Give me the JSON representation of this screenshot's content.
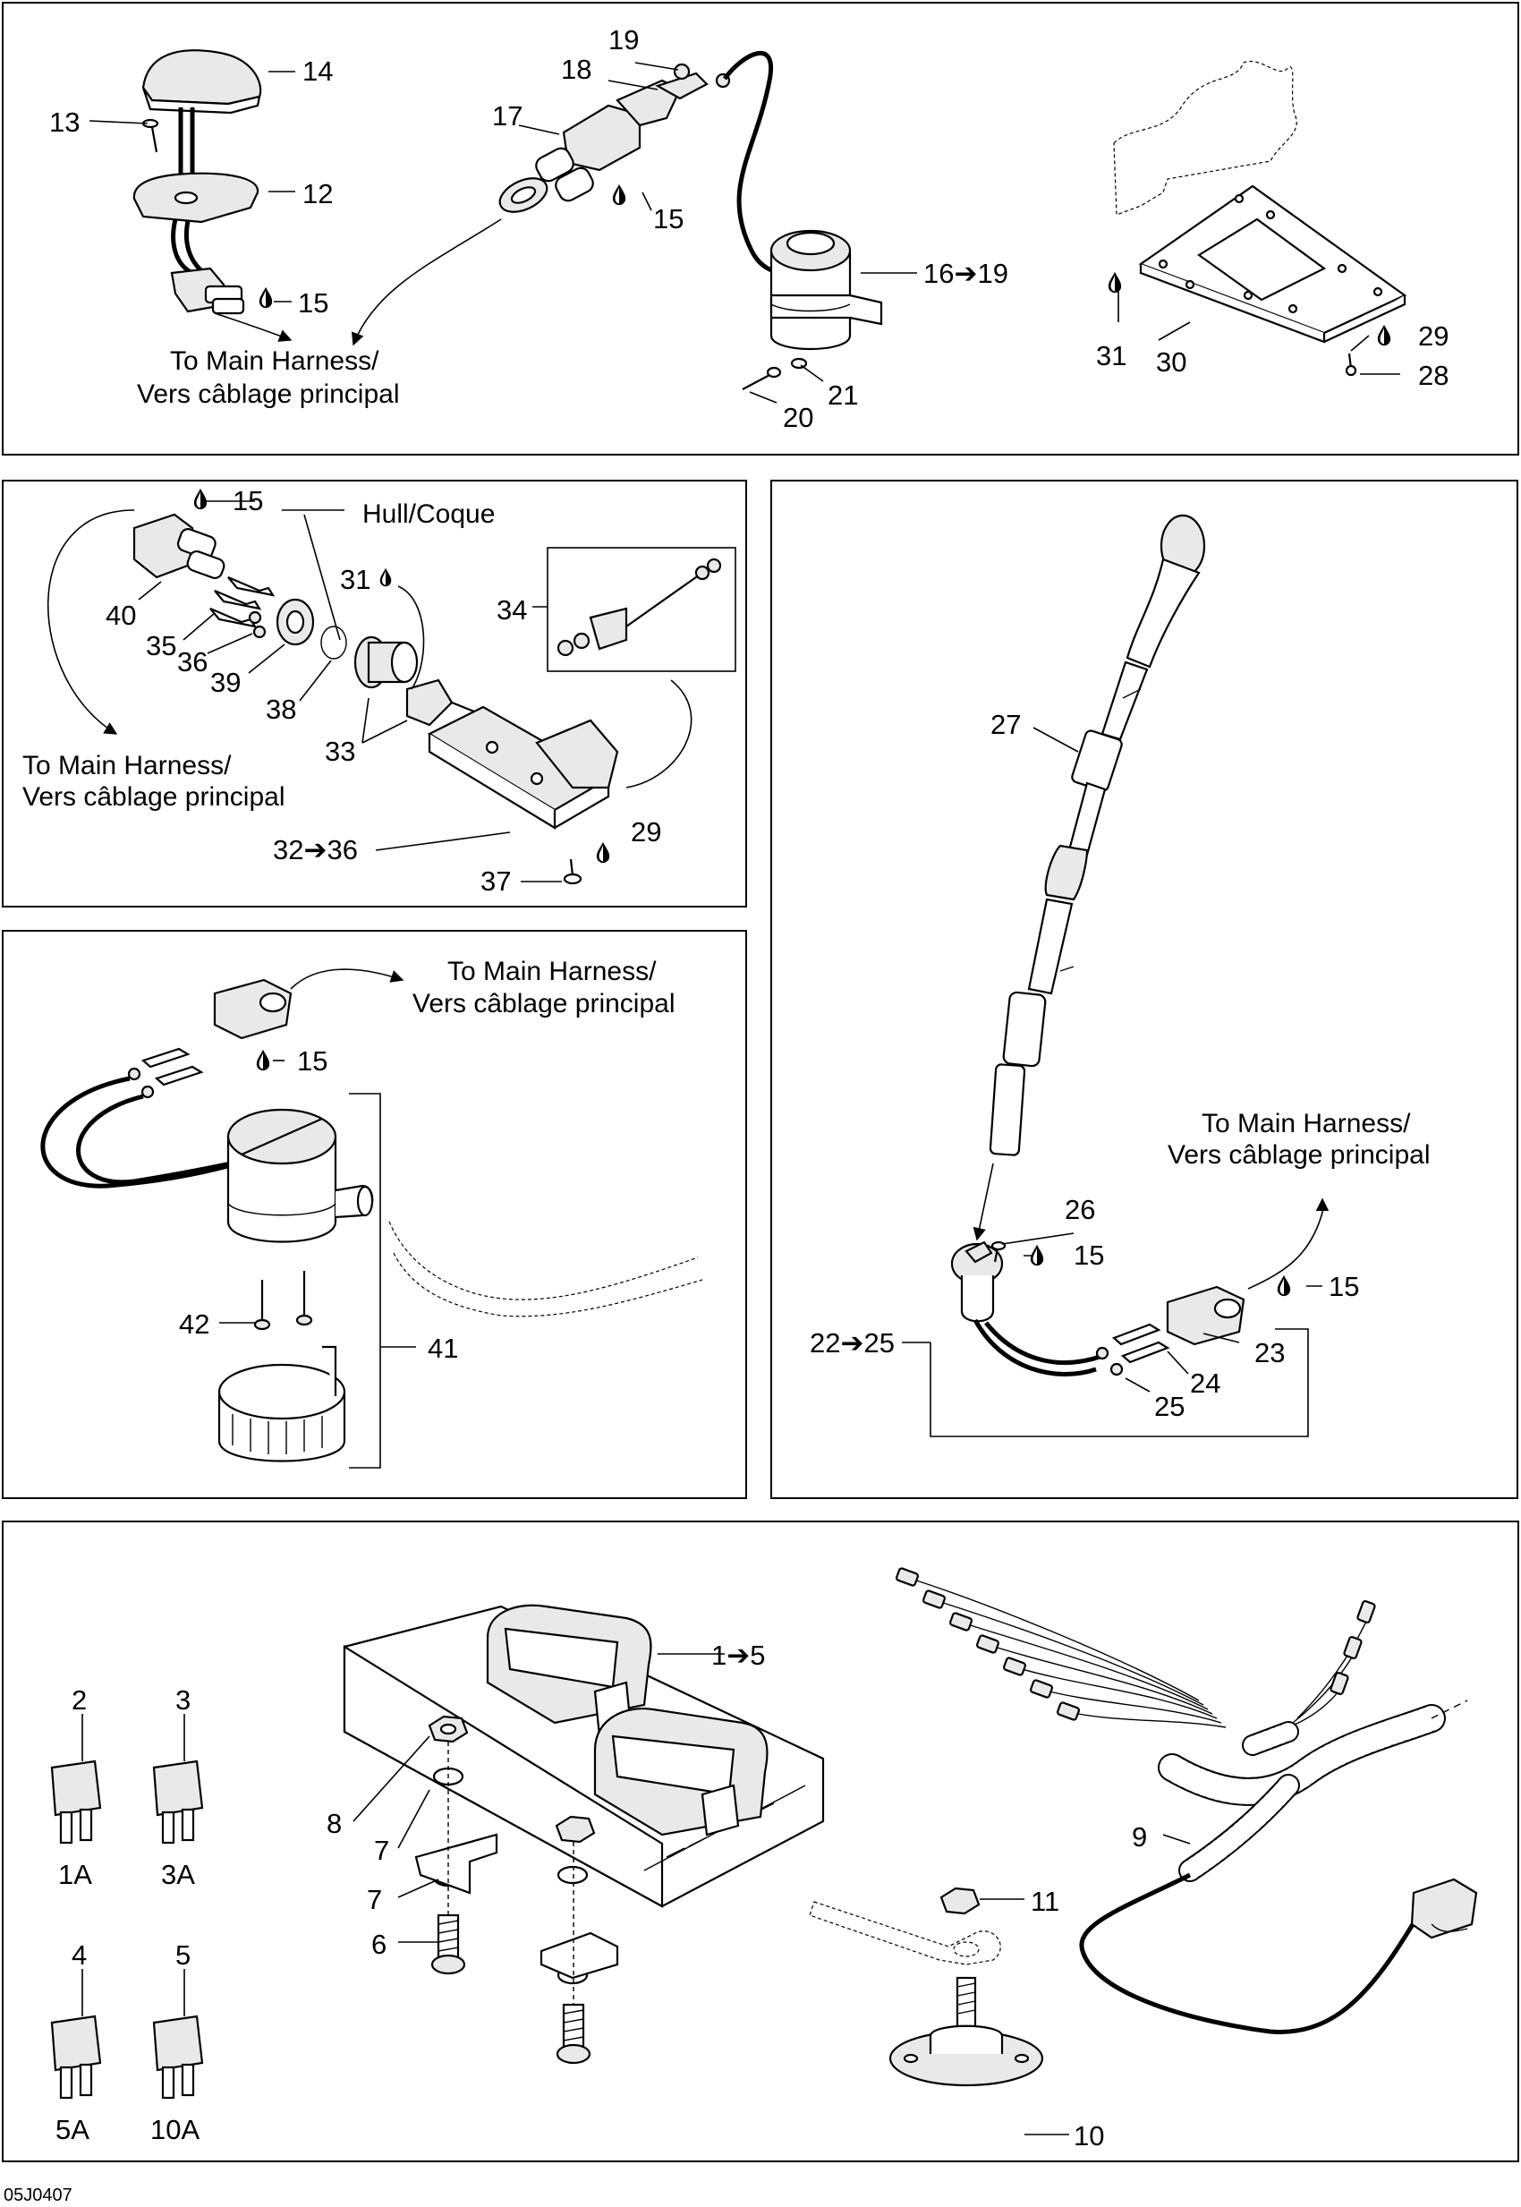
{
  "labels": {
    "p13": "13",
    "p14": "14",
    "p12": "12",
    "p15a": "15",
    "p19a": "19",
    "p18": "18",
    "p17": "17",
    "p15b": "15",
    "p16_19": "16➔19",
    "p21": "21",
    "p20": "20",
    "p31a": "31",
    "p30": "30",
    "p29a": "29",
    "p28": "28",
    "p15c": "15",
    "p40": "40",
    "p35": "35",
    "p36": "36",
    "p39": "39",
    "p38": "38",
    "p31b": "31",
    "p33": "33",
    "p34": "34",
    "p32_36": "32➔36",
    "p29b": "29",
    "p37": "37",
    "p15d": "15",
    "p42": "42",
    "p41": "41",
    "p27": "27",
    "p26": "26",
    "p15e": "15",
    "p15f": "15",
    "p22_25": "22➔25",
    "p23": "23",
    "p24": "24",
    "p25": "25",
    "p1_5": "1➔5",
    "p2": "2",
    "p3": "3",
    "p4": "4",
    "p5": "5",
    "p8": "8",
    "p7a": "7",
    "p7b": "7",
    "p6": "6",
    "p9": "9",
    "p10": "10",
    "p11": "11"
  },
  "fuses": {
    "f1A": "1A",
    "f3A": "3A",
    "f5A": "5A",
    "f10A": "10A"
  },
  "notes": {
    "hull": "Hull/Coque",
    "harness_en": "To Main Harness/",
    "harness_fr": "Vers câblage principal"
  },
  "drawing_code": "05J0407",
  "icons": [
    "grease-drop-icon"
  ]
}
